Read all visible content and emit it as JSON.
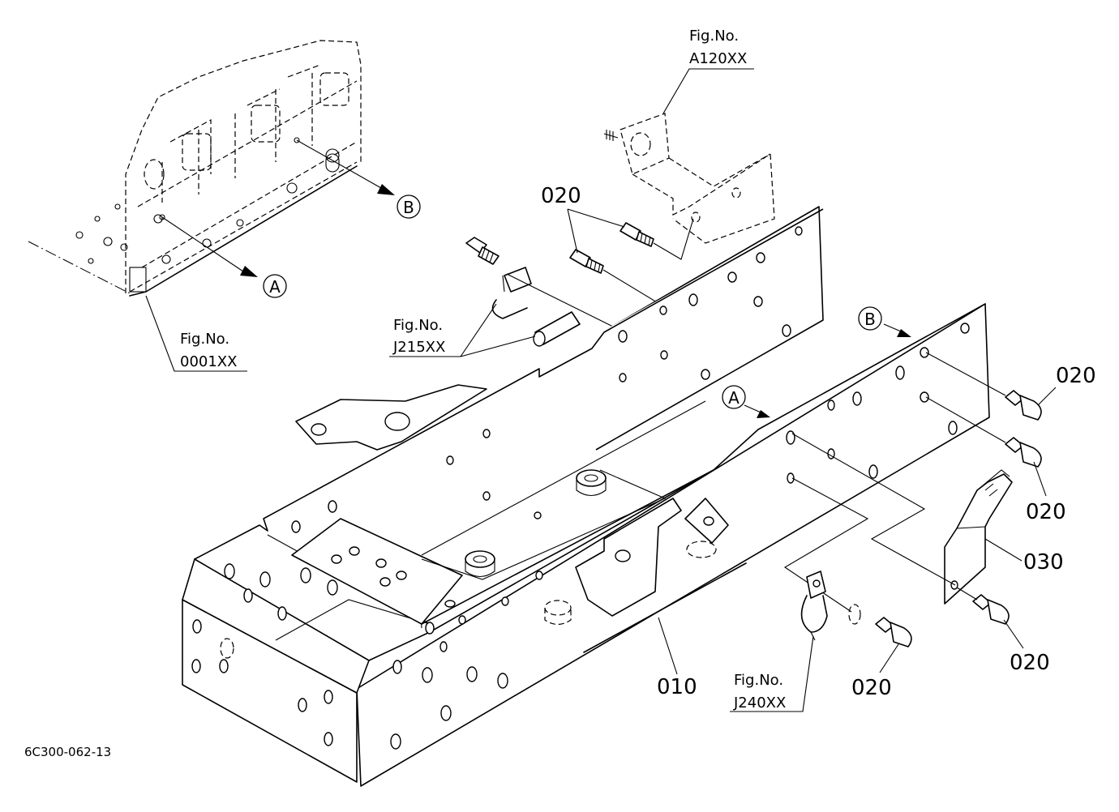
{
  "figure_refs": {
    "engine": {
      "line1": "Fig.No.",
      "line2": "0001XX"
    },
    "top_bracket": {
      "line1": "Fig.No.",
      "line2": "A120XX"
    },
    "clip_left": {
      "line1": "Fig.No.",
      "line2": "J215XX"
    },
    "clip_bottom": {
      "line1": "Fig.No.",
      "line2": "J240XX"
    }
  },
  "part_numbers": {
    "frame": "010",
    "bolt_top": "020",
    "bolt_right_1": "020",
    "bolt_right_2": "020",
    "bolt_right_3": "020",
    "bolt_bottom": "020",
    "bracket": "030"
  },
  "markers": {
    "a_left": "A",
    "b_left": "B",
    "a_right": "A",
    "b_right": "B"
  },
  "drawing_code": "6C300-062-13"
}
